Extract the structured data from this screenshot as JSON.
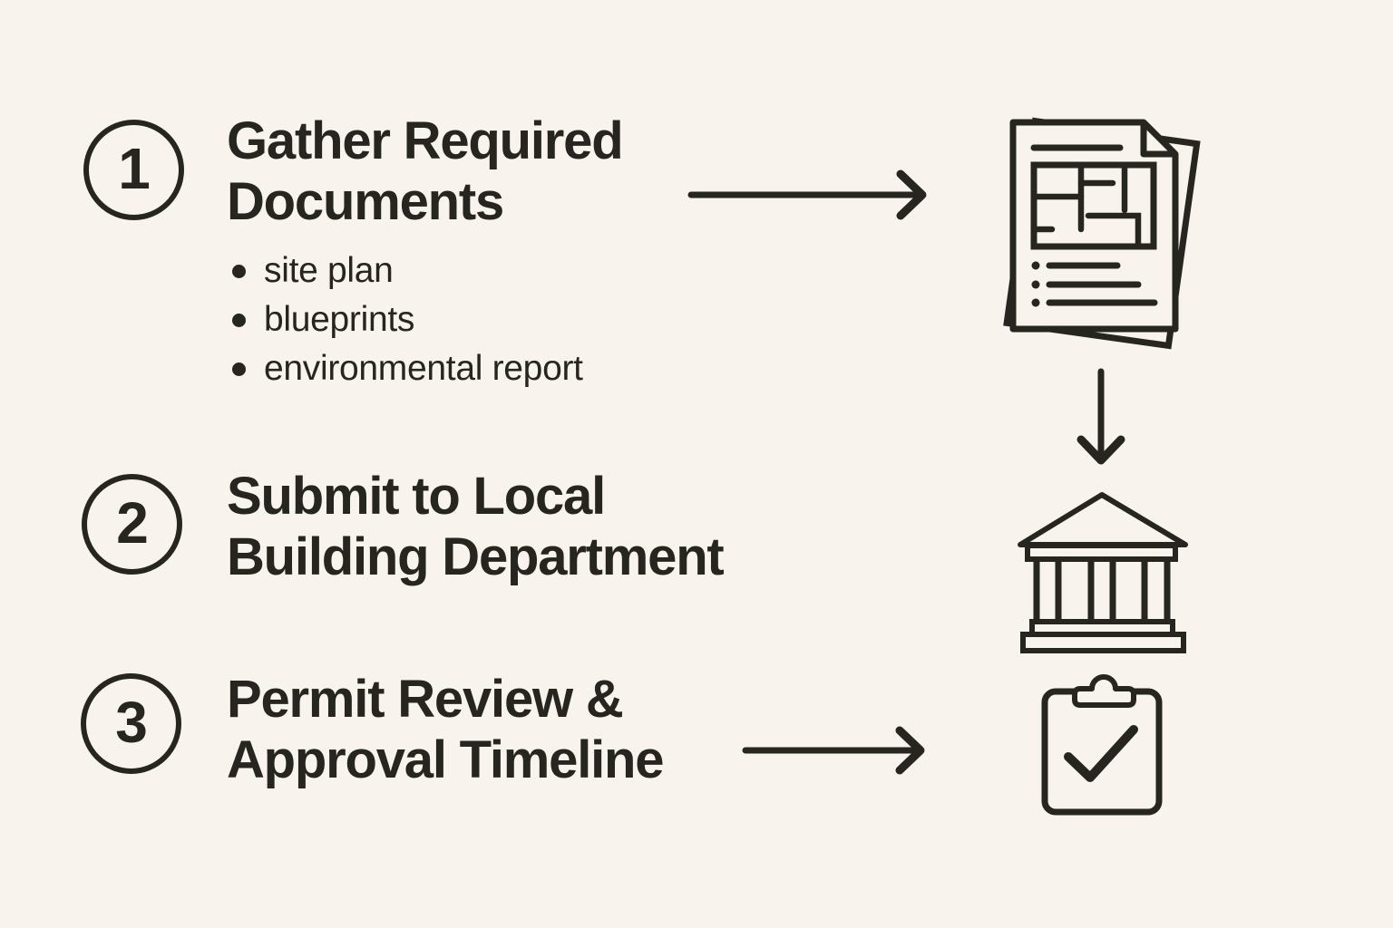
{
  "theme": {
    "bg": "#f8f4ed",
    "ink": "#26251f"
  },
  "steps": [
    {
      "number": "1",
      "title_lines": [
        "Gather Required",
        "Documents"
      ],
      "bullets": [
        "site plan",
        "blueprints",
        "environmental report"
      ],
      "icon": "blueprint-documents-icon"
    },
    {
      "number": "2",
      "title_lines": [
        "Submit to Local",
        "Building Department"
      ],
      "bullets": [],
      "icon": "government-building-icon"
    },
    {
      "number": "3",
      "title_lines": [
        "Permit Review &",
        "Approval Timeline"
      ],
      "bullets": [],
      "icon": "clipboard-checkmark-icon"
    }
  ],
  "connectors": [
    "right-arrow",
    "down-arrow",
    "right-arrow"
  ]
}
